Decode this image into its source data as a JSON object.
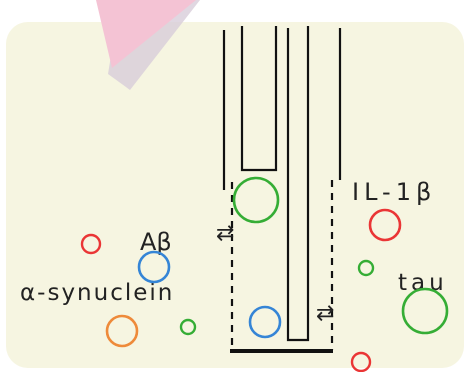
{
  "labels": {
    "abeta": "Aβ",
    "alpha_syn": "α-synuclein",
    "il1b": "IL-1β",
    "tau": "tau"
  },
  "colors": {
    "panel": "#f6f5e1",
    "sticky_note": "#f4c3d4",
    "sticky_note_shadow": "#d8cdd9",
    "membrane": "#111111",
    "red": "#ea3535",
    "green": "#35ad35",
    "blue": "#3585d6",
    "orange": "#ee8a3a",
    "text": "#222222"
  },
  "exchange_symbols": [
    "⇄",
    "⇄"
  ],
  "molecule_colors": [
    "red",
    "green",
    "blue",
    "orange",
    "green",
    "blue",
    "red",
    "green",
    "green",
    "red"
  ]
}
